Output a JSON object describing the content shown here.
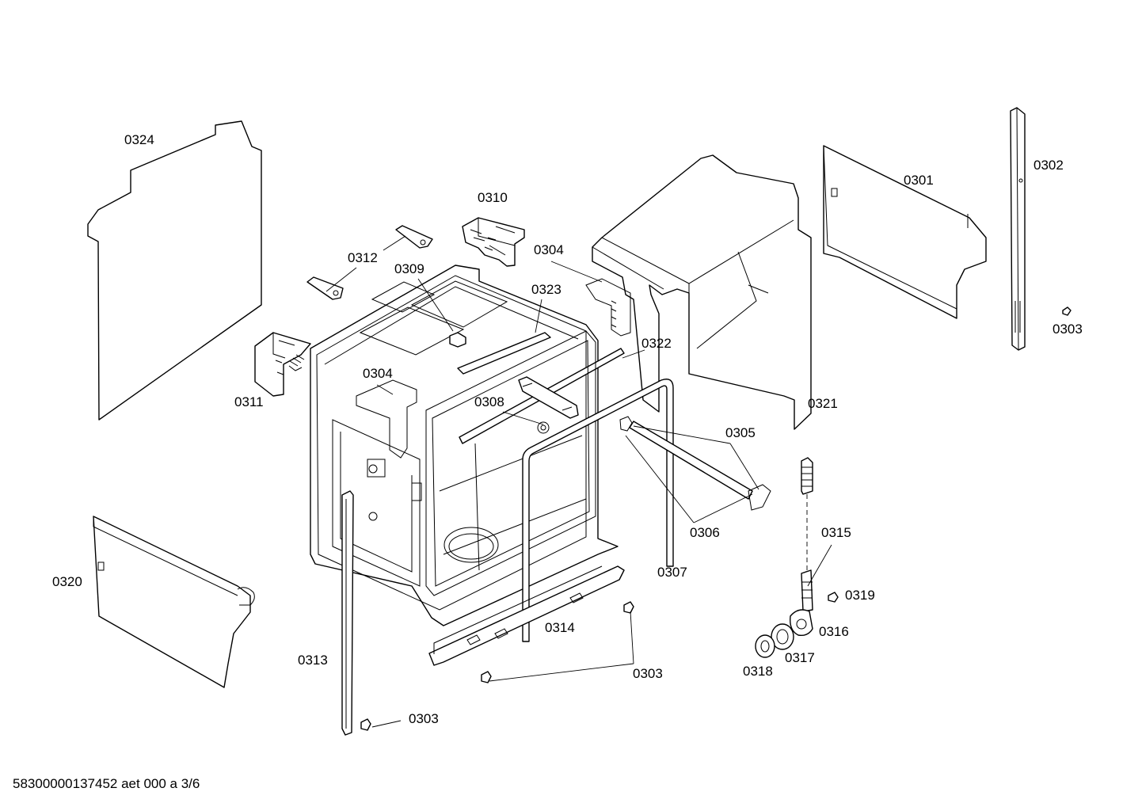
{
  "footer": "58300000137452 aet 000 a 3/6",
  "labels": {
    "p0324": "0324",
    "p0310": "0310",
    "p0312": "0312",
    "p0309": "0309",
    "p0304a": "0304",
    "p0323": "0323",
    "p0301": "0301",
    "p0302": "0302",
    "p0303a": "0303",
    "p0322": "0322",
    "p0304b": "0304",
    "p0311": "0311",
    "p0308": "0308",
    "p0321": "0321",
    "p0305": "0305",
    "p0306": "0306",
    "p0315": "0315",
    "p0307": "0307",
    "p0320": "0320",
    "p0319": "0319",
    "p0314": "0314",
    "p0316": "0316",
    "p0317": "0317",
    "p0313": "0313",
    "p0303b": "0303",
    "p0318": "0318",
    "p0303c": "0303"
  }
}
